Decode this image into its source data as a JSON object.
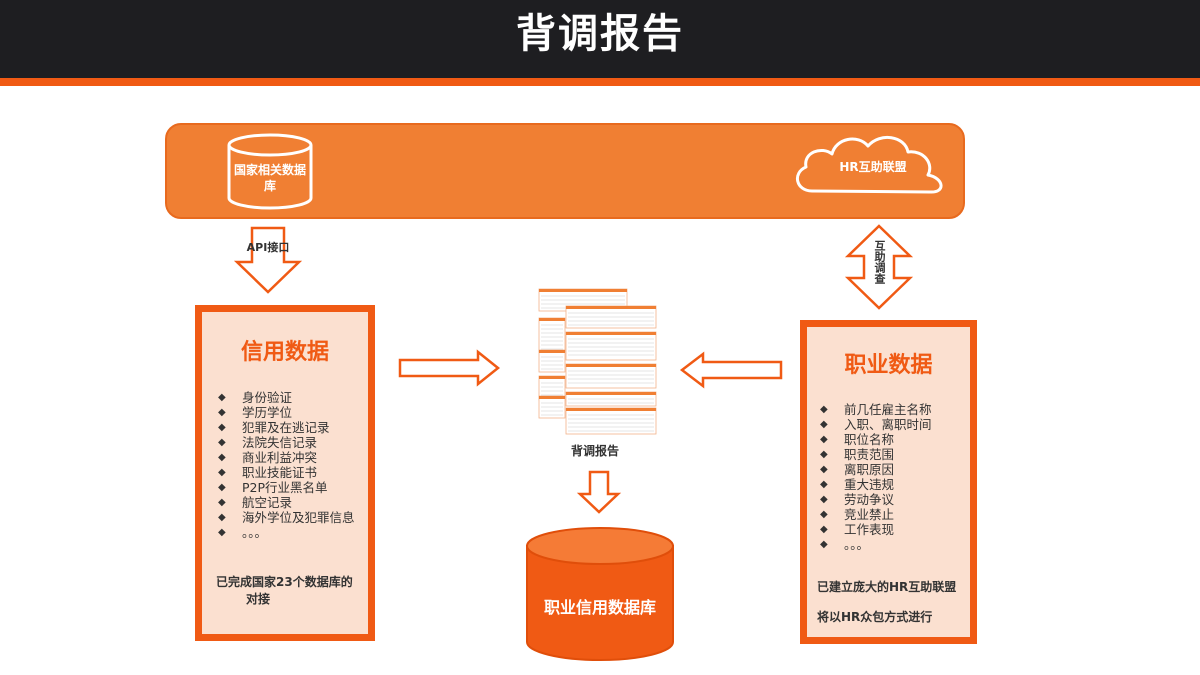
{
  "header": {
    "title": "背调报告"
  },
  "source_band": {
    "database_label": "国家相关数据库",
    "cloud_label": "HR互助联盟"
  },
  "connectors": {
    "api_label": "API接口",
    "mutual_label": "互助调查"
  },
  "credit_panel": {
    "title": "信用数据",
    "items": [
      "身份验证",
      "学历学位",
      "犯罪及在逃记录",
      "法院失信记录",
      "商业利益冲突",
      "职业技能证书",
      "P2P行业黑名单",
      "航空记录",
      "海外学位及犯罪信息",
      "。。。"
    ],
    "note_line1": "已完成国家23个数据库的",
    "note_line2": "对接"
  },
  "career_panel": {
    "title": "职业数据",
    "items": [
      "前几任雇主名称",
      "入职、离职时间",
      "职位名称",
      "职责范围",
      "离职原因",
      "重大违规",
      "劳动争议",
      "竞业禁止",
      "工作表现",
      "。。。"
    ],
    "note_line1": "已建立庞大的HR互助联盟",
    "note_line2": "将以HR众包方式进行"
  },
  "report": {
    "label": "背调报告"
  },
  "output_db": {
    "label": "职业信用数据库"
  },
  "colors": {
    "accent": "#f05a14",
    "band": "#f07f33",
    "panel_bg": "#fbe0d0",
    "header_bg": "#1e1e21"
  }
}
